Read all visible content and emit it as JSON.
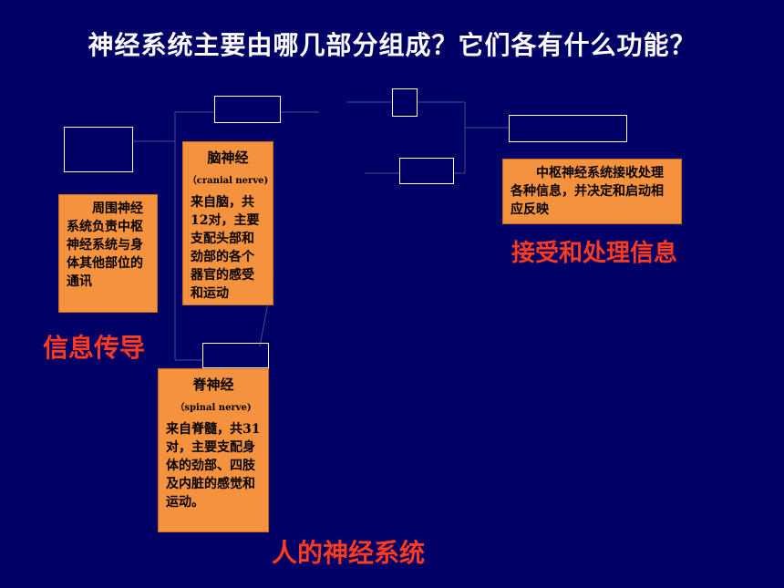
{
  "slide": {
    "title": "神经系统主要由哪几部分组成？它们各有什么功能？"
  },
  "cards": {
    "peripheral": {
      "text": "周围神经系统负责中枢神经系统与身体其他部位的通讯"
    },
    "cranial": {
      "title": "脑神经",
      "subtitle": "（cranial nerve)",
      "text": "来自脑，共12对，主要支配头部和劲部的各个器官的感受和运动"
    },
    "spinal": {
      "title": "脊神经",
      "subtitle": "（spinal  nerve)",
      "text": "来自脊髓，共31对，主要支配身体的劲部、四肢及内脏的感觉和运动。"
    },
    "central": {
      "text": "中枢神经系统接收处理各种信息，并决定和启动相应反映"
    }
  },
  "labels": {
    "info_conduction": "信息传导",
    "receive_process": "接受和处理信息",
    "human_nervous_system": "人的神经系统"
  },
  "colors": {
    "background": "#000066",
    "card": "#f5923d",
    "accent_red": "#ff3b1f",
    "title": "#ffffff"
  }
}
